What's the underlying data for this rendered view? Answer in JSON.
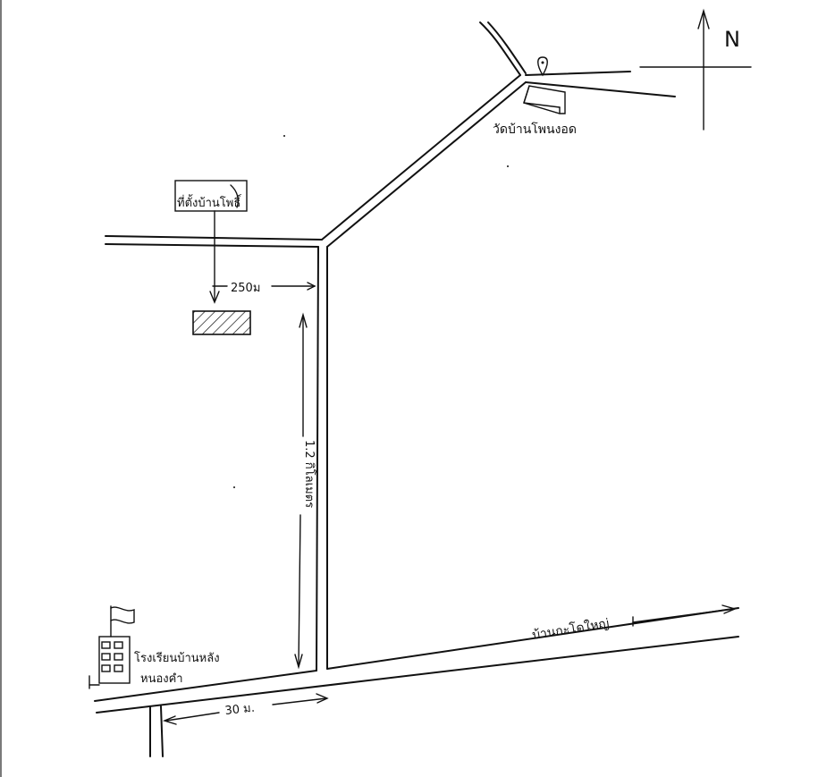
{
  "compass": {
    "label": "N"
  },
  "labels": {
    "temple": "วัดบ้านโพนงอด",
    "office": "ที่ตั้งบ้านโพธิ์",
    "school": "โรงเรียนบ้านหลัง",
    "school_line2": "หนองคำ",
    "village": "บ้านกะโดใหญ่"
  },
  "distances": {
    "office_to_road": "250ม",
    "along_road": "1.2 กิโลเมตร",
    "bottom": "30 ม."
  }
}
